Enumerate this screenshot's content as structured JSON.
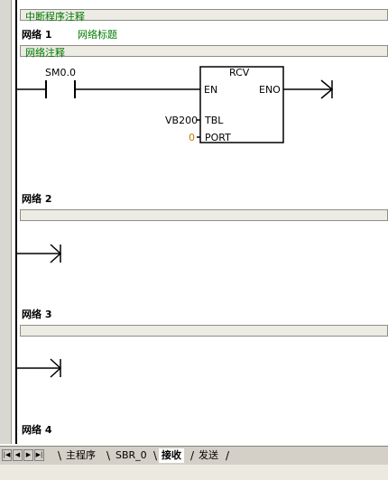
{
  "editor": {
    "program_comment": "中断程序注释",
    "networks": [
      {
        "label": "网络 1",
        "title": "网络标题",
        "comment": "网络注释"
      },
      {
        "label": "网络 2"
      },
      {
        "label": "网络 3"
      },
      {
        "label": "网络 4"
      }
    ],
    "contact": {
      "address": "SM0.0"
    },
    "box": {
      "name": "RCV",
      "en": "EN",
      "eno": "ENO",
      "tbl_pin": "TBL",
      "port_pin": "PORT",
      "tbl_value": "VB200",
      "port_value": "0"
    }
  },
  "tabs": {
    "items": [
      "主程序",
      "SBR_0",
      "接收",
      "发送"
    ],
    "active_index": 2
  },
  "colors": {
    "comment_green": "#007a00",
    "constant_orange": "#c87800"
  }
}
